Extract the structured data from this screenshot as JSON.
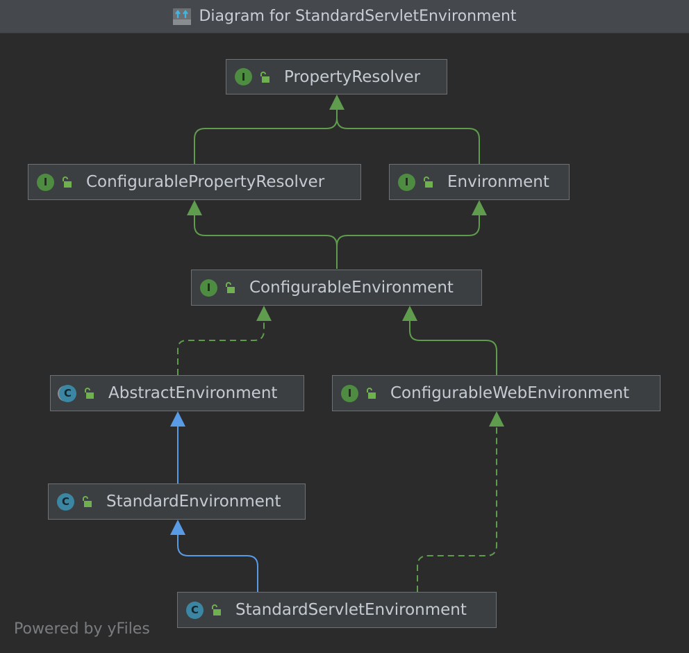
{
  "window": {
    "title": "Diagram for StandardServletEnvironment"
  },
  "nodes": {
    "property_resolver": {
      "name": "PropertyResolver",
      "kind": "I",
      "kind_type": "interface"
    },
    "configurable_property_resolver": {
      "name": "ConfigurablePropertyResolver",
      "kind": "I",
      "kind_type": "interface"
    },
    "environment": {
      "name": "Environment",
      "kind": "I",
      "kind_type": "interface"
    },
    "configurable_environment": {
      "name": "ConfigurableEnvironment",
      "kind": "I",
      "kind_type": "interface"
    },
    "abstract_environment": {
      "name": "AbstractEnvironment",
      "kind": "C",
      "kind_type": "abstract-class"
    },
    "configurable_web_environment": {
      "name": "ConfigurableWebEnvironment",
      "kind": "I",
      "kind_type": "interface"
    },
    "standard_environment": {
      "name": "StandardEnvironment",
      "kind": "C",
      "kind_type": "class"
    },
    "standard_servlet_environment": {
      "name": "StandardServletEnvironment",
      "kind": "C",
      "kind_type": "class"
    }
  },
  "edges": [
    {
      "from": "configurable_property_resolver",
      "to": "property_resolver",
      "type": "extends-interface"
    },
    {
      "from": "environment",
      "to": "property_resolver",
      "type": "extends-interface"
    },
    {
      "from": "configurable_environment",
      "to": "configurable_property_resolver",
      "type": "extends-interface"
    },
    {
      "from": "configurable_environment",
      "to": "environment",
      "type": "extends-interface"
    },
    {
      "from": "abstract_environment",
      "to": "configurable_environment",
      "type": "implements"
    },
    {
      "from": "configurable_web_environment",
      "to": "configurable_environment",
      "type": "extends-interface"
    },
    {
      "from": "standard_environment",
      "to": "abstract_environment",
      "type": "extends-class"
    },
    {
      "from": "standard_servlet_environment",
      "to": "standard_environment",
      "type": "extends-class"
    },
    {
      "from": "standard_servlet_environment",
      "to": "configurable_web_environment",
      "type": "implements"
    }
  ],
  "colors": {
    "interface_edge": "#5f9c4d",
    "class_edge": "#5a9be6",
    "node_bg": "#3c3f41",
    "node_border": "#6f7275",
    "background": "#2b2b2b"
  },
  "footer": {
    "text": "Powered by yFiles"
  }
}
